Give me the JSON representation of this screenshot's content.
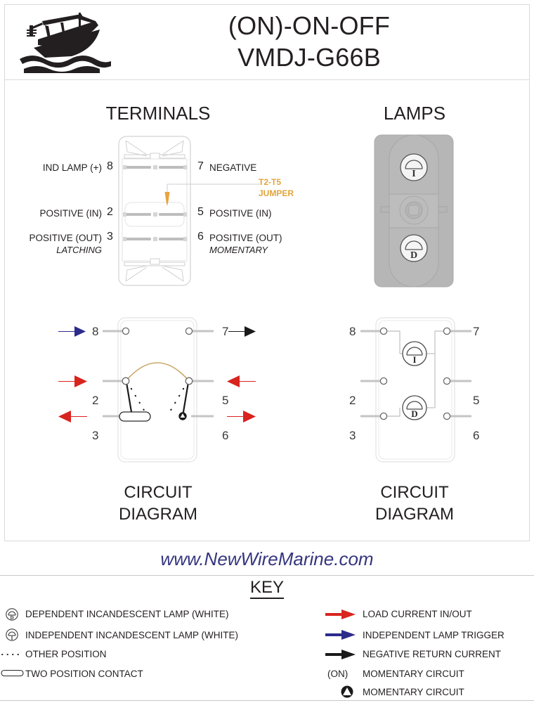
{
  "header": {
    "title_line1": "(ON)-ON-OFF",
    "title_line2": "VMDJ-G66B",
    "logo_icon": "boat-logo-icon"
  },
  "sections": {
    "terminals_title": "TERMINALS",
    "lamps_title": "LAMPS",
    "circuit_diagram_left": "CIRCUIT\nDIAGRAM",
    "circuit_diagram_left_l1": "CIRCUIT",
    "circuit_diagram_left_l2": "DIAGRAM",
    "circuit_diagram_right_l1": "CIRCUIT",
    "circuit_diagram_right_l2": "DIAGRAM"
  },
  "terminals": {
    "left": [
      {
        "number": "8",
        "label": "IND LAMP (+)",
        "sub": ""
      },
      {
        "number": "2",
        "label": "POSITIVE (IN)",
        "sub": ""
      },
      {
        "number": "3",
        "label": "POSITIVE (OUT)",
        "sub": "LATCHING"
      }
    ],
    "right": [
      {
        "number": "7",
        "label": "NEGATIVE",
        "sub": ""
      },
      {
        "number": "5",
        "label": "POSITIVE (IN)",
        "sub": ""
      },
      {
        "number": "6",
        "label": "POSITIVE (OUT)",
        "sub": "MOMENTARY"
      }
    ],
    "jumper_line1": "T2-T5",
    "jumper_line2": "JUMPER",
    "jumper_color": "#e2a43c"
  },
  "lamps_panel": {
    "top_lamp": "I",
    "bottom_lamp": "D",
    "body_color": "#b4b4b4"
  },
  "circuit_left": {
    "terminals": [
      {
        "number": "8",
        "side": "left",
        "arrow": "blue-right-arrow"
      },
      {
        "number": "7",
        "side": "right",
        "arrow": "black-right-arrow"
      },
      {
        "number": "2",
        "side": "left",
        "arrow": "red-right-arrow"
      },
      {
        "number": "5",
        "side": "right",
        "arrow": "red-left-arrow"
      },
      {
        "number": "3",
        "side": "left",
        "arrow": "red-left-arrow"
      },
      {
        "number": "6",
        "side": "right",
        "arrow": "red-right-arrow"
      }
    ],
    "jumper_arc_color": "#c9a96a"
  },
  "circuit_right": {
    "terminals": [
      {
        "number": "8",
        "side": "left"
      },
      {
        "number": "7",
        "side": "right"
      },
      {
        "number": "2",
        "side": "left"
      },
      {
        "number": "5",
        "side": "right"
      },
      {
        "number": "3",
        "side": "left"
      },
      {
        "number": "6",
        "side": "right"
      }
    ],
    "lamp_top": "I",
    "lamp_bottom": "D"
  },
  "footer": {
    "url": "www.NewWireMarine.com",
    "url_color": "#35357f"
  },
  "key": {
    "title": "KEY",
    "left_items": [
      {
        "icon": "dependent-lamp-icon",
        "label": "DEPENDENT INCANDESCENT LAMP (WHITE)"
      },
      {
        "icon": "independent-lamp-icon",
        "label": "INDEPENDENT INCANDESCENT LAMP (WHITE)"
      },
      {
        "icon": "dotted-line-icon",
        "label": "OTHER POSITION"
      },
      {
        "icon": "two-position-contact-icon",
        "label": "TWO POSITION CONTACT"
      }
    ],
    "right_items": [
      {
        "icon": "red-arrow-icon",
        "label": "LOAD CURRENT IN/OUT"
      },
      {
        "icon": "blue-arrow-icon",
        "label": "INDEPENDENT LAMP TRIGGER"
      },
      {
        "icon": "black-arrow-icon",
        "label": "NEGATIVE RETURN CURRENT"
      },
      {
        "icon": "on-text-icon",
        "label": "MOMENTARY CIRCUIT",
        "glyph": "(ON)"
      },
      {
        "icon": "momentary-circle-icon",
        "label": "MOMENTARY CIRCUIT"
      }
    ]
  },
  "colors": {
    "red_arrow": "#d8231f",
    "blue_arrow": "#2b2b8c",
    "black_arrow": "#1a1a1a",
    "orange": "#e2a43c",
    "switch_outline": "#d0d0d0",
    "terminal_bar": "#b9b9b9"
  }
}
